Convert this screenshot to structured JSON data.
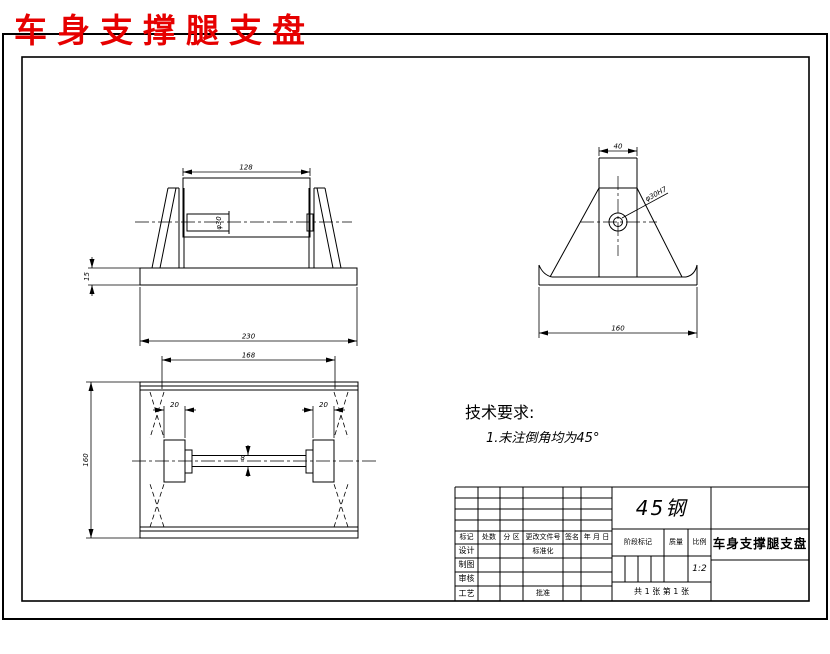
{
  "page_title": "车身支撑腿支盘",
  "tech": {
    "title": "技术要求:",
    "item": "1.未注倒角均为45°"
  },
  "dims": {
    "front_width": "128",
    "front_shaft": "φ30",
    "front_base_h": "15",
    "front_base_w": "230",
    "side_top": "40",
    "side_hole": "φ30H7",
    "side_base": "160",
    "plan_width": "168",
    "plan_height": "160",
    "plan_block_l": "20",
    "plan_block_r": "20",
    "plan_shaft": "8"
  },
  "tb": {
    "material": "45钢",
    "part_name": "车身支撑腿支盘",
    "scale_value": "1:2",
    "sheet_info": "共 1 张  第 1 张",
    "headers": {
      "mark": "标记",
      "count": "处数",
      "zone": "分 区",
      "change_file": "更改文件号",
      "signature": "签名",
      "date": "年 月 日"
    },
    "rows": {
      "design": "设计",
      "draft": "制图",
      "check": "审核",
      "process": "工艺",
      "standardization": "标准化",
      "approve": "批准"
    },
    "right": {
      "stage_mark": "阶段标记",
      "weight": "质量",
      "scale": "比例"
    }
  },
  "colors": {
    "title_red": "#e60000",
    "line": "#000000",
    "background": "#ffffff"
  }
}
